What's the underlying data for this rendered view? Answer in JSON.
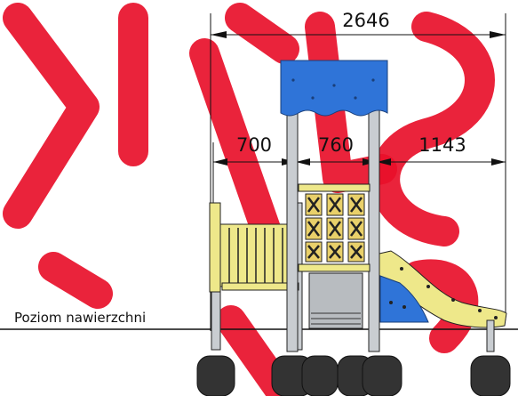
{
  "dimensions": {
    "overall": "2646",
    "left": "700",
    "middle": "760",
    "right": "1143"
  },
  "ground_label": "Poziom nawierzchni",
  "colors": {
    "roof": "#2f74d8",
    "slide": "#eee88a",
    "watermark": "#e8102a",
    "footing": "#333333"
  }
}
